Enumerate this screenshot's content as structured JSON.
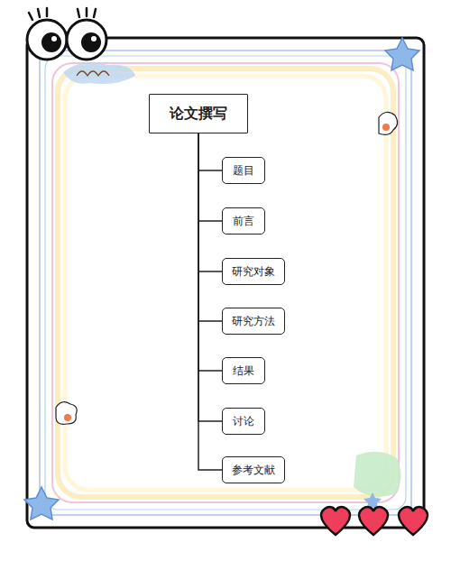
{
  "diagram": {
    "nodes": [
      {
        "text": [
          "论文撰写"
        ]
      },
      {
        "text": [
          "题目"
        ]
      },
      {
        "text": [
          "前言"
        ]
      },
      {
        "text": [
          "研究对象"
        ]
      },
      {
        "text": [
          "研究方法"
        ]
      },
      {
        "text": [
          "结果"
        ]
      },
      {
        "text": [
          "讨论"
        ]
      },
      {
        "text": [
          "参考文献"
        ]
      }
    ],
    "edges": [
      {
        "from": 0,
        "to": 1,
        "arrow": "none"
      },
      {
        "from": 0,
        "to": 2,
        "arrow": "none"
      },
      {
        "from": 0,
        "to": 3,
        "arrow": "none"
      },
      {
        "from": 0,
        "to": 4,
        "arrow": "none"
      },
      {
        "from": 0,
        "to": 5,
        "arrow": "none"
      },
      {
        "from": 0,
        "to": 6,
        "arrow": "none"
      },
      {
        "from": 0,
        "to": 7,
        "arrow": "none"
      }
    ]
  }
}
